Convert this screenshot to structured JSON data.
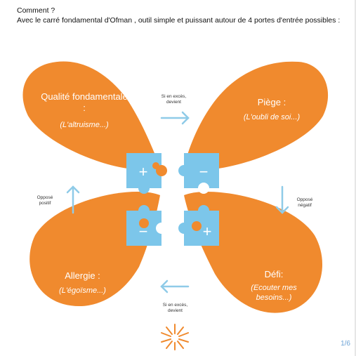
{
  "intro": {
    "line1": "Comment ?",
    "line2": "Avec le carré fondamental d'Ofman , outil simple et puissant autour de 4 portes d'entrée possibles :"
  },
  "petals": {
    "top_left": {
      "title": "Qualité fondamentale :",
      "subtitle": "(L'altruisme...)"
    },
    "top_right": {
      "title": "Piège :",
      "subtitle": "(L'oubli de soi...)"
    },
    "bottom_left": {
      "title": "Allergie :",
      "subtitle": "(L'égoïsme...)"
    },
    "bottom_right": {
      "title": "Défi:",
      "subtitle": "(Ecouter mes besoins...)"
    }
  },
  "arrows": {
    "top": "Si en excès, devient",
    "right": "Opposé négatif",
    "bottom": "Si en excès, devient",
    "left": "Opposé positif"
  },
  "puzzle": {
    "signs": [
      "+",
      "−",
      "−",
      "+"
    ]
  },
  "colors": {
    "orange": "#f08a2e",
    "blue": "#7cc6ea",
    "arrow": "#8fcbe8",
    "page": "#6ba3d6"
  },
  "icons": [
    "sun-burst-icon"
  ],
  "page_indicator": "1/6"
}
